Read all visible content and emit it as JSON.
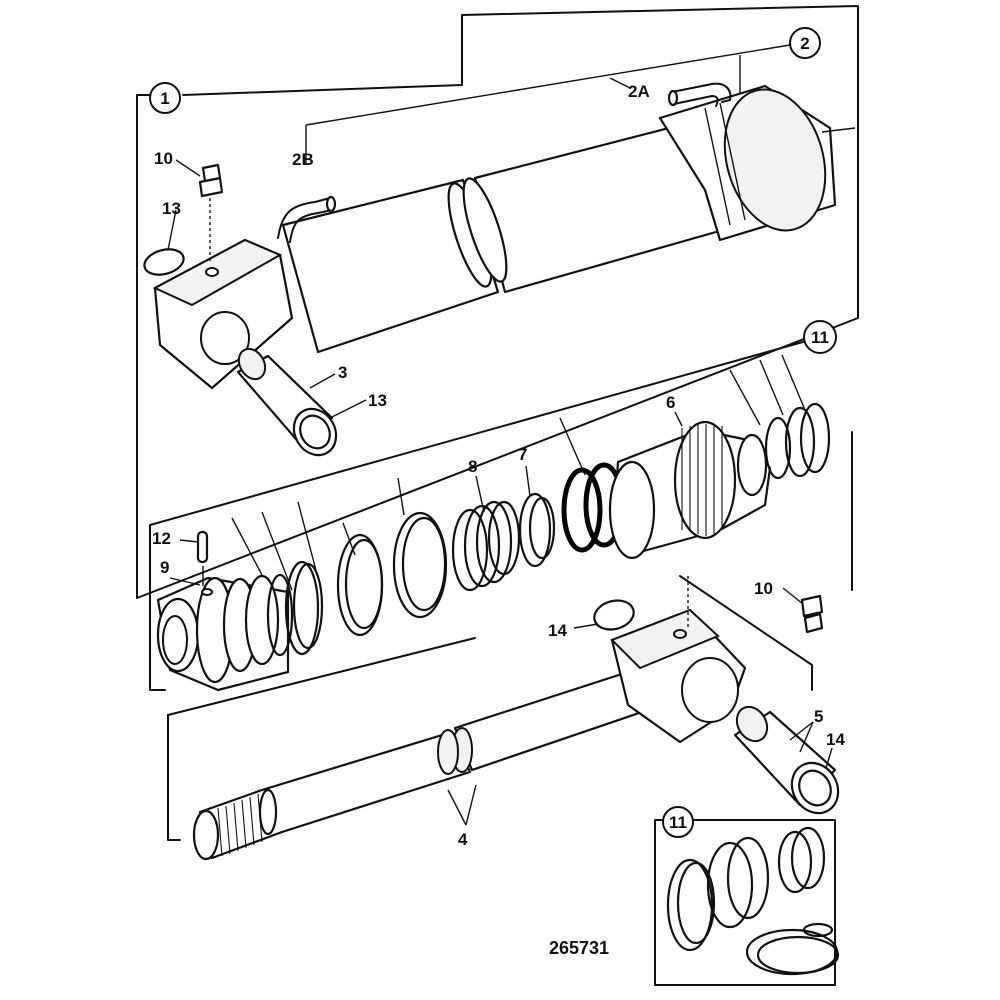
{
  "figure_number": "265731",
  "callouts": {
    "c1": "1",
    "c2": "2",
    "c2a": "2A",
    "c2b": "2B",
    "c3": "3",
    "c4": "4",
    "c5": "5",
    "c6": "6",
    "c7": "7",
    "c8": "8",
    "c9": "9",
    "c10a": "10",
    "c10b": "10",
    "c11a": "11",
    "c11b": "11",
    "c12": "12",
    "c13a": "13",
    "c13b": "13",
    "c14a": "14",
    "c14b": "14"
  }
}
